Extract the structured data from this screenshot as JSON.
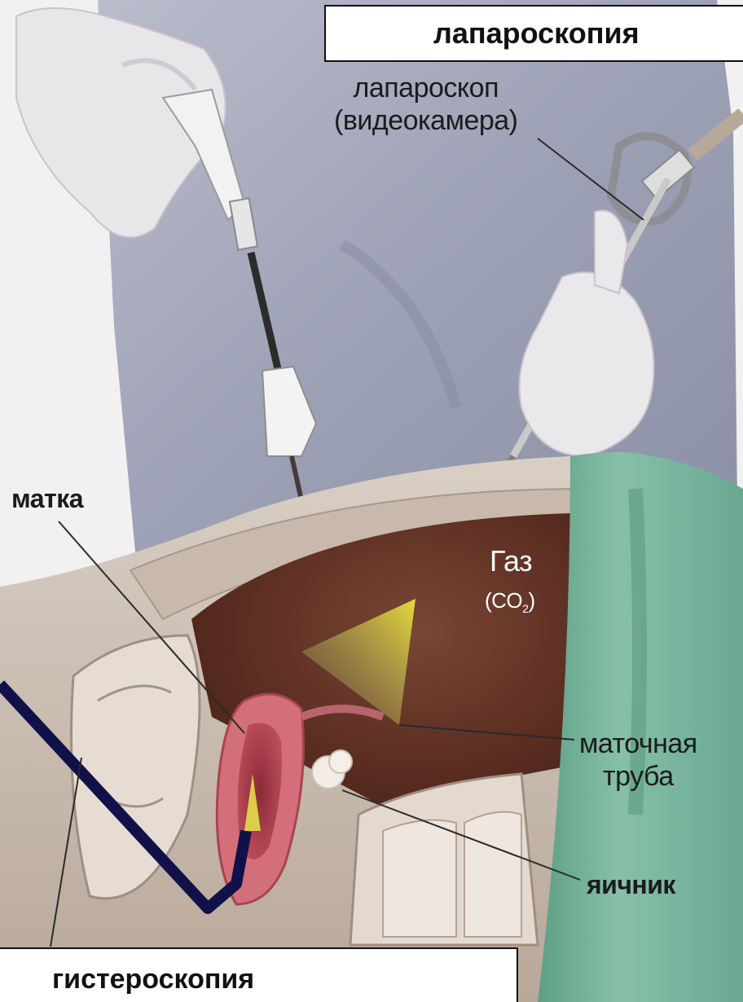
{
  "title": "лапароскопия",
  "bottom_title": "гистероскопия",
  "labels": {
    "laparoscope_line1": "лапароскоп",
    "laparoscope_line2": "(видеокамера)",
    "uterus": "матка",
    "gas": "Газ",
    "co2": "(CO",
    "co2_sub": "2",
    "co2_close": ")",
    "fallopian_tube_line1": "маточная",
    "fallopian_tube_line2": "труба",
    "ovary": "яичник"
  },
  "colors": {
    "gown": "#9aa0b4",
    "drape": "#6fae94",
    "cavity": "#6a3a2c",
    "hysteroscope": "#10104a",
    "light_cone": "#e8e040"
  }
}
